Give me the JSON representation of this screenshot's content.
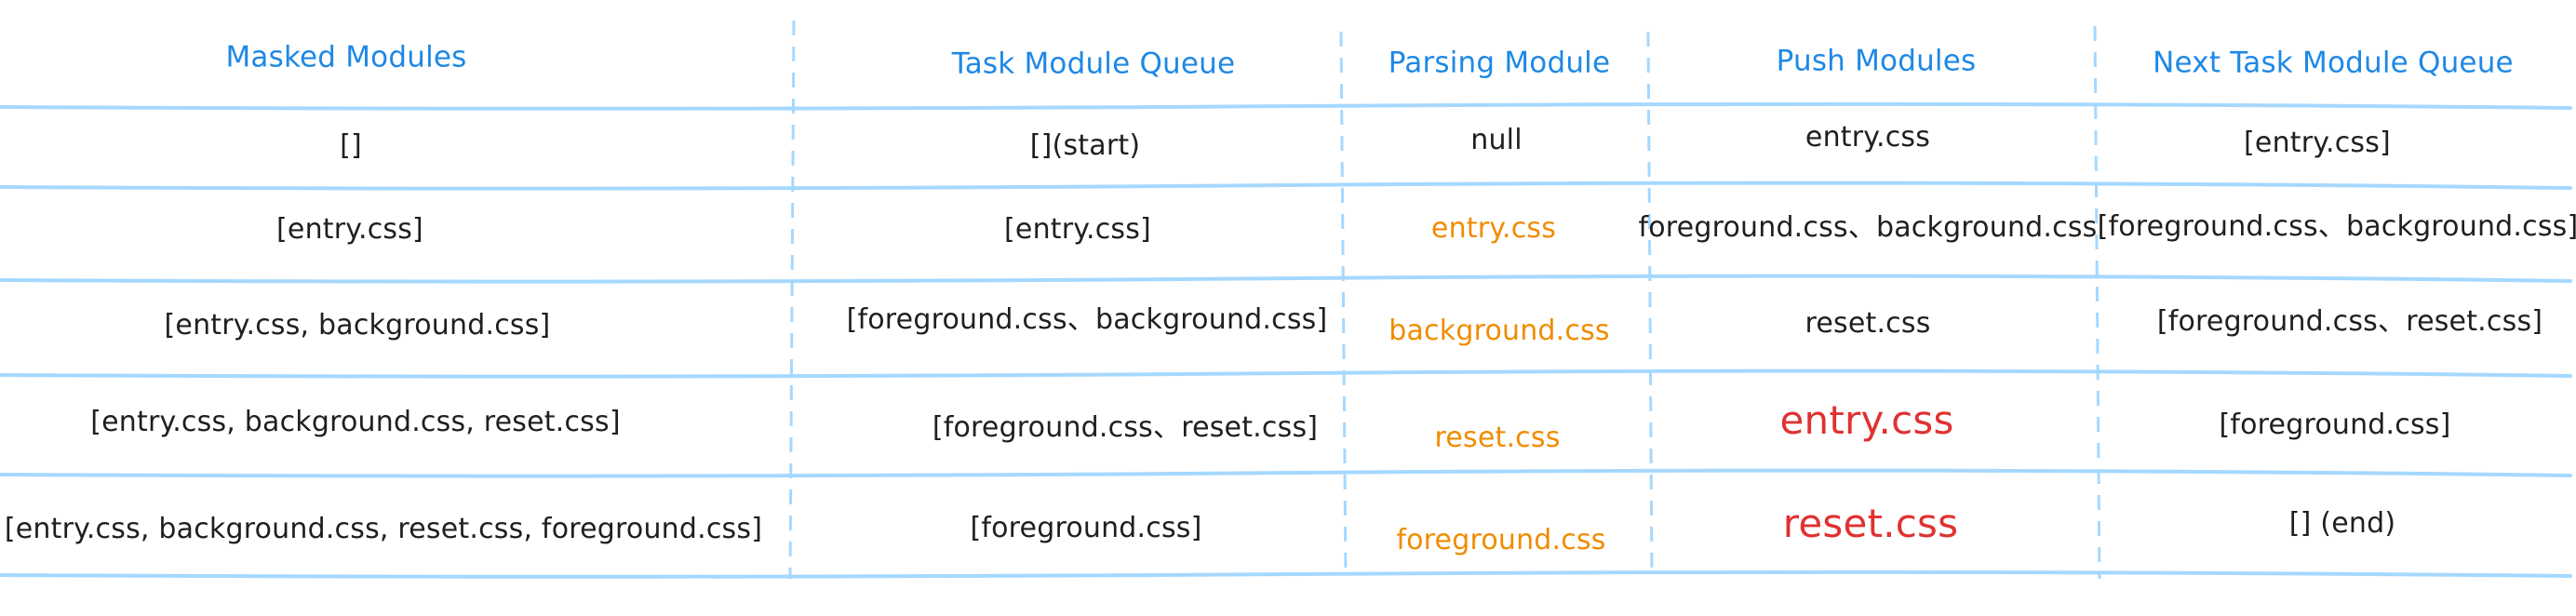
{
  "colors": {
    "header_text": "#1e88e5",
    "body_text": "#1f1f1f",
    "parsing_highlight": "#f08c00",
    "push_highlight": "#e03131",
    "row_rule": "#a5d8ff",
    "column_divider": "#a5d8ff"
  },
  "table": {
    "headers": {
      "masked": "Masked Modules",
      "queue": "Task Module Queue",
      "parsing": "Parsing Module",
      "push": "Push Modules",
      "next": "Next Task Module Queue"
    },
    "rows": [
      {
        "masked": "[]",
        "queue": "[](start)",
        "parsing": "null",
        "push": "entry.css",
        "next": "[entry.css]"
      },
      {
        "masked": "[entry.css]",
        "queue": "[entry.css]",
        "parsing": "entry.css",
        "push": "foreground.css、background.css",
        "next": "[foreground.css、background.css]"
      },
      {
        "masked": "[entry.css, background.css]",
        "queue": "[foreground.css、background.css]",
        "parsing": "background.css",
        "push": "reset.css",
        "next": "[foreground.css、reset.css]"
      },
      {
        "masked": "[entry.css, background.css, reset.css]",
        "queue": "[foreground.css、reset.css]",
        "parsing": "reset.css",
        "push": "entry.css",
        "next": "[foreground.css]"
      },
      {
        "masked": "[entry.css, background.css, reset.css, foreground.css]",
        "queue": "[foreground.css]",
        "parsing": "foreground.css",
        "push": "reset.css",
        "next": "[] (end)"
      }
    ]
  }
}
